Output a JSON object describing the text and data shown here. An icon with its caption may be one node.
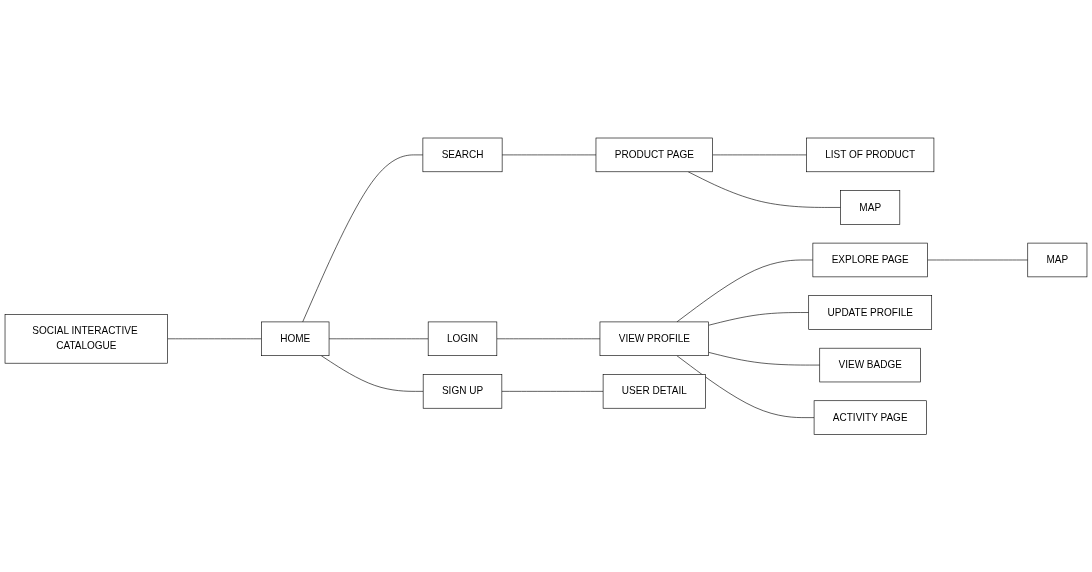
{
  "diagram": {
    "nodes": [
      {
        "text": [
          "SOCIAL INTERACTIVE CATALOGUE"
        ]
      },
      {
        "text": [
          "HOME"
        ]
      },
      {
        "text": [
          "SEARCH"
        ]
      },
      {
        "text": [
          "PRODUCT PAGE"
        ]
      },
      {
        "text": [
          "LIST OF PRODUCT"
        ]
      },
      {
        "text": [
          "MAP"
        ]
      },
      {
        "text": [
          "LOGIN"
        ]
      },
      {
        "text": [
          "VIEW PROFILE"
        ]
      },
      {
        "text": [
          "EXPLORE PAGE"
        ]
      },
      {
        "text": [
          "MAP"
        ]
      },
      {
        "text": [
          "UPDATE PROFILE"
        ]
      },
      {
        "text": [
          "SIGN UP"
        ]
      },
      {
        "text": [
          "USER DETAIL"
        ]
      },
      {
        "text": [
          "VIEW BADGE"
        ]
      },
      {
        "text": [
          "ACTIVITY PAGE"
        ]
      }
    ],
    "edges": [
      {
        "from": 0,
        "to": 1,
        "arrow": "none"
      },
      {
        "from": 1,
        "to": 2,
        "arrow": "none"
      },
      {
        "from": 1,
        "to": 6,
        "arrow": "none"
      },
      {
        "from": 1,
        "to": 11,
        "arrow": "none"
      },
      {
        "from": 2,
        "to": 3,
        "arrow": "none"
      },
      {
        "from": 3,
        "to": 4,
        "arrow": "none"
      },
      {
        "from": 3,
        "to": 5,
        "arrow": "none"
      },
      {
        "from": 6,
        "to": 7,
        "arrow": "none"
      },
      {
        "from": 7,
        "to": 8,
        "arrow": "none"
      },
      {
        "from": 7,
        "to": 10,
        "arrow": "none"
      },
      {
        "from": 7,
        "to": 13,
        "arrow": "none"
      },
      {
        "from": 7,
        "to": 14,
        "arrow": "none"
      },
      {
        "from": 8,
        "to": 9,
        "arrow": "none"
      },
      {
        "from": 11,
        "to": 12,
        "arrow": "none"
      }
    ]
  }
}
